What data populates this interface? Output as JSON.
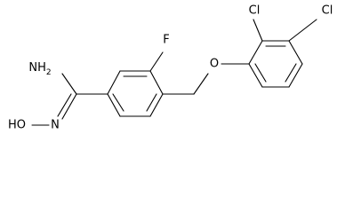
{
  "molecule": {
    "labels": {
      "nh2": "NH",
      "nh2_subscript": "2",
      "ho": "HO",
      "n": "N",
      "f": "F",
      "o": "O",
      "cl_left": "Cl",
      "cl_right": "Cl"
    }
  }
}
